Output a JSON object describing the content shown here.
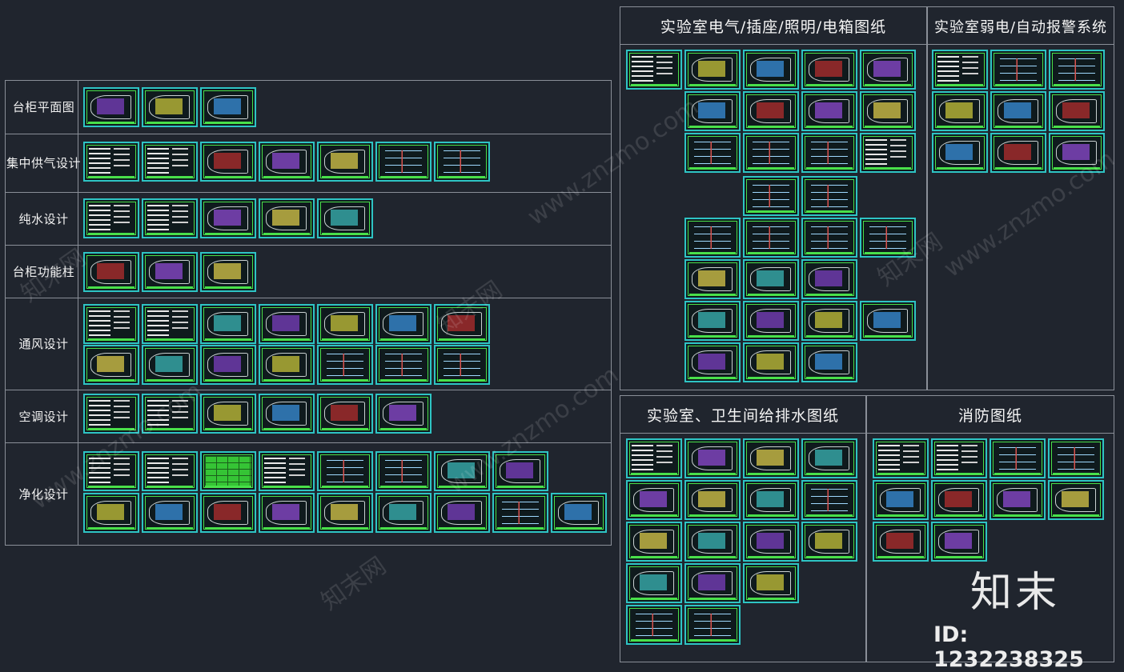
{
  "left_panel": {
    "rows": [
      {
        "label": "台柜平面图"
      },
      {
        "label": "集中供气设计"
      },
      {
        "label": "纯水设计"
      },
      {
        "label": "台柜功能柱"
      },
      {
        "label": "通风设计"
      },
      {
        "label": "空调设计"
      },
      {
        "label": "净化设计"
      }
    ]
  },
  "sections": {
    "electrical": {
      "title": "实验室电气/插座/照明/电箱图纸"
    },
    "weak_current": {
      "title": "实验室弱电/自动报警系统"
    },
    "plumbing": {
      "title": "实验室、卫生间给排水图纸"
    },
    "fire": {
      "title": "消防图纸"
    }
  },
  "watermark": {
    "brand": "知末网",
    "url": "www.znzmo.com",
    "logo": "知末",
    "id_text": "ID: 1232238325"
  },
  "colors": {
    "background": "#20252e",
    "sheet_border": "#2ec4c4",
    "sheet_frame": "#49e04a"
  }
}
